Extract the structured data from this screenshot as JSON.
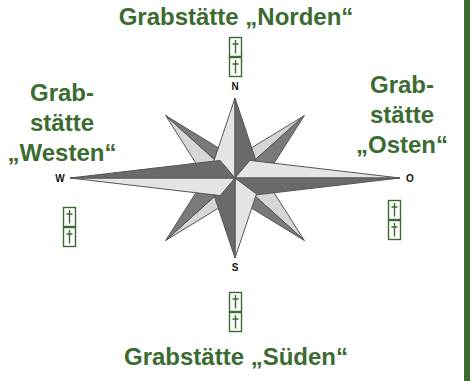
{
  "diagram": {
    "labels": [
      "Grabstätte „Norden“",
      "Grab- stätte „Westen“",
      "N",
      "W",
      "O",
      "S",
      "Grab- stätte „Osten“",
      "Grabstätte „Süden“"
    ]
  }
}
